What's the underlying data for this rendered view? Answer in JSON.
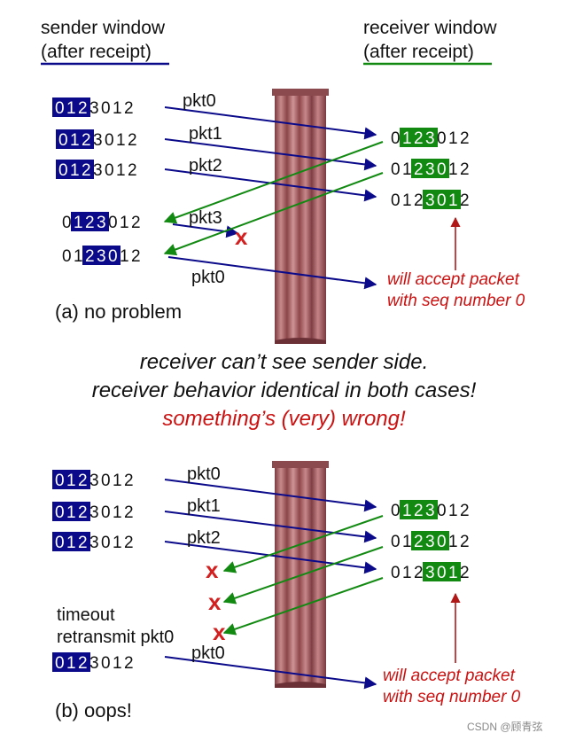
{
  "colors": {
    "sender_window": "#0a0a8a",
    "receiver_window": "#128a12",
    "arrow_blue": "#0a0a8a",
    "arrow_green": "#128a12",
    "error_red": "#d21f1f",
    "text": "#111111",
    "curtain": "#a25a5e"
  },
  "header": {
    "sender_line1": "sender window",
    "sender_line2": "(after receipt)",
    "receiver_line1": "receiver window",
    "receiver_line2": "(after receipt)"
  },
  "scenario_a": {
    "caption": "(a) no problem",
    "note_line1": "will accept packet",
    "note_line2": "with seq number 0",
    "sender_rows": [
      {
        "seq": [
          "0",
          "1",
          "2",
          "3",
          "0",
          "1",
          "2"
        ],
        "window_start": 0
      },
      {
        "seq": [
          "0",
          "1",
          "2",
          "3",
          "0",
          "1",
          "2"
        ],
        "window_start": 0
      },
      {
        "seq": [
          "0",
          "1",
          "2",
          "3",
          "0",
          "1",
          "2"
        ],
        "window_start": 0
      },
      {
        "seq": [
          "0",
          "1",
          "2",
          "3",
          "0",
          "1",
          "2"
        ],
        "window_start": 1
      },
      {
        "seq": [
          "0",
          "1",
          "2",
          "3",
          "0",
          "1",
          "2"
        ],
        "window_start": 2
      }
    ],
    "receiver_rows": [
      {
        "seq": [
          "0",
          "1",
          "2",
          "3",
          "0",
          "1",
          "2"
        ],
        "window_start": 1
      },
      {
        "seq": [
          "0",
          "1",
          "2",
          "3",
          "0",
          "1",
          "2"
        ],
        "window_start": 2
      },
      {
        "seq": [
          "0",
          "1",
          "2",
          "3",
          "0",
          "1",
          "2"
        ],
        "window_start": 3
      }
    ],
    "packets": [
      "pkt0",
      "pkt1",
      "pkt2",
      "pkt3",
      "pkt0"
    ],
    "error_mark": "x"
  },
  "middle": {
    "line1": "receiver can’t see sender side.",
    "line2": "receiver behavior identical in both cases!",
    "line3": "something’s (very) wrong!"
  },
  "scenario_b": {
    "caption": "(b) oops!",
    "timeout_line1": "timeout",
    "timeout_line2": "retransmit pkt0",
    "note_line1": "will accept packet",
    "note_line2": "with seq number 0",
    "sender_rows": [
      {
        "seq": [
          "0",
          "1",
          "2",
          "3",
          "0",
          "1",
          "2"
        ],
        "window_start": 0
      },
      {
        "seq": [
          "0",
          "1",
          "2",
          "3",
          "0",
          "1",
          "2"
        ],
        "window_start": 0
      },
      {
        "seq": [
          "0",
          "1",
          "2",
          "3",
          "0",
          "1",
          "2"
        ],
        "window_start": 0
      },
      {
        "seq": [
          "0",
          "1",
          "2",
          "3",
          "0",
          "1",
          "2"
        ],
        "window_start": 0
      }
    ],
    "receiver_rows": [
      {
        "seq": [
          "0",
          "1",
          "2",
          "3",
          "0",
          "1",
          "2"
        ],
        "window_start": 1
      },
      {
        "seq": [
          "0",
          "1",
          "2",
          "3",
          "0",
          "1",
          "2"
        ],
        "window_start": 2
      },
      {
        "seq": [
          "0",
          "1",
          "2",
          "3",
          "0",
          "1",
          "2"
        ],
        "window_start": 3
      }
    ],
    "packets": [
      "pkt0",
      "pkt1",
      "pkt2",
      "pkt0"
    ],
    "error_marks": [
      "x",
      "x",
      "x"
    ]
  },
  "window_size": 3,
  "watermark": "CSDN @顾青弦"
}
